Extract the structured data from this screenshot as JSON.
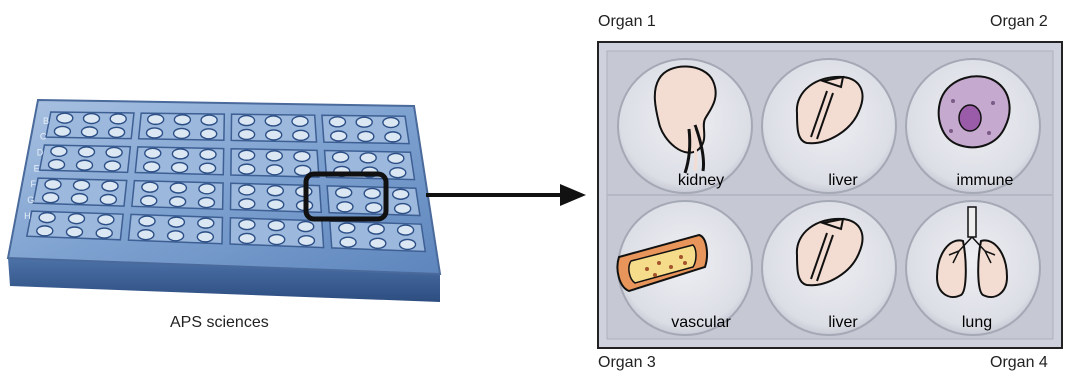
{
  "left_panel": {
    "caption": "APS sciences",
    "plate_row_letters": [
      "B",
      "C",
      "D",
      "E",
      "F",
      "G",
      "H"
    ]
  },
  "right_panel": {
    "corner_labels": {
      "top_left": "Organ 1",
      "top_right": "Organ 2",
      "bottom_left": "Organ 3",
      "bottom_right": "Organ 4"
    },
    "wells": [
      {
        "label": "kidney",
        "icon": "kidney-icon"
      },
      {
        "label": "liver",
        "icon": "liver-icon"
      },
      {
        "label": "immune",
        "icon": "immune-cell-icon"
      },
      {
        "label": "vascular",
        "icon": "vessel-icon"
      },
      {
        "label": "liver",
        "icon": "liver-icon"
      },
      {
        "label": "lung",
        "icon": "lung-icon"
      }
    ]
  },
  "colors": {
    "plate_blue": "#6f97c8",
    "plate_dark": "#2c4f86",
    "highlight_box": "#111111",
    "arrow": "#111111",
    "well_plate_bg": "#cfd2dc",
    "organ_fill": "#f3ddd2",
    "immune_fill": "#c5a9cf",
    "immune_nucleus": "#9a5ca8",
    "vessel_fill": "#e7955a"
  }
}
